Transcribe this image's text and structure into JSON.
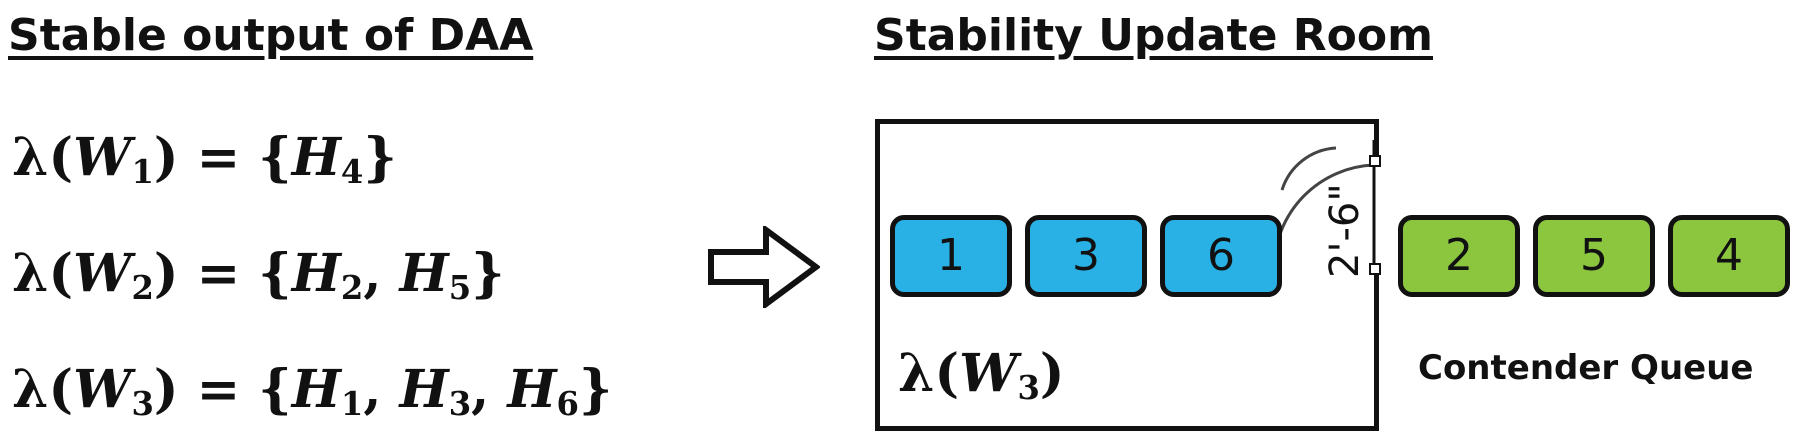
{
  "headings": {
    "left": "Stable output of DAA",
    "right": "Stability Update Room"
  },
  "equations": [
    {
      "lambda": "λ",
      "open": "(",
      "var": "W",
      "sub": "1",
      "close": ")",
      "eq": " = {",
      "items": [
        {
          "var": "H",
          "sub": "4"
        }
      ],
      "end": "}"
    },
    {
      "lambda": "λ",
      "open": "(",
      "var": "W",
      "sub": "2",
      "close": ")",
      "eq": " = {",
      "items": [
        {
          "var": "H",
          "sub": "2"
        },
        {
          "var": "H",
          "sub": "5"
        }
      ],
      "end": "}"
    },
    {
      "lambda": "λ",
      "open": "(",
      "var": "W",
      "sub": "3",
      "close": ")",
      "eq": " = {",
      "items": [
        {
          "var": "H",
          "sub": "1"
        },
        {
          "var": "H",
          "sub": "3"
        },
        {
          "var": "H",
          "sub": "6"
        }
      ],
      "end": "}"
    }
  ],
  "separator": ", ",
  "room": {
    "tiles": [
      "1",
      "3",
      "6"
    ],
    "color": "#29b0e4",
    "label": {
      "lambda": "λ",
      "open": "(",
      "var": "W",
      "sub": "3",
      "close": ")"
    }
  },
  "queue": {
    "tiles": [
      "2",
      "5",
      "4"
    ],
    "color": "#8cc63f",
    "label": "Contender Queue"
  },
  "door": {
    "dimension": "2'-6\""
  },
  "icons": {
    "arrow": "hollow-right-arrow-icon",
    "door": "door-swing-icon"
  }
}
